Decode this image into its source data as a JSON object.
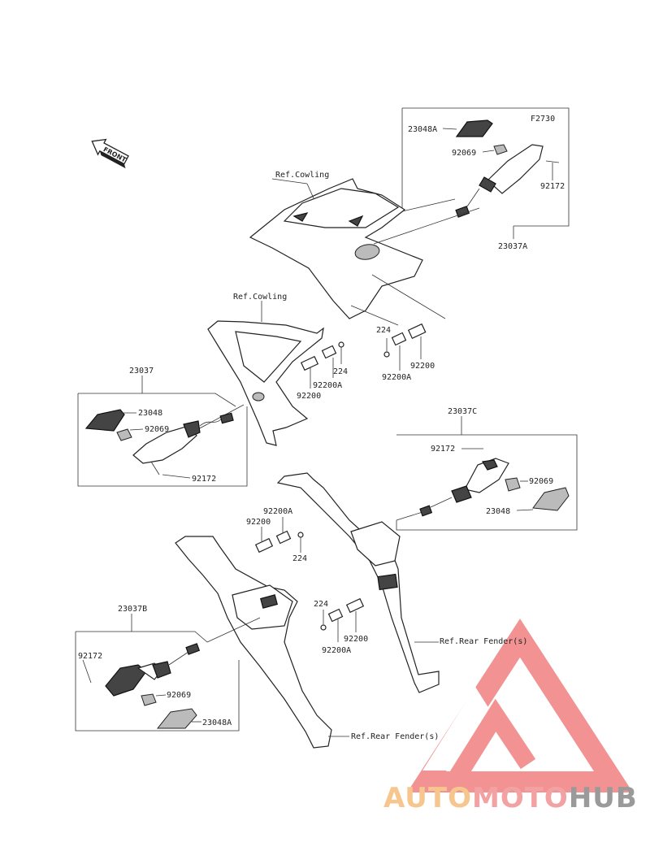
{
  "diagram_code": "F2730",
  "front_label": "FRONT",
  "ref_labels": {
    "cowling_top": "Ref.Cowling",
    "cowling_mid": "Ref.Cowling",
    "rear_fender_right": "Ref.Rear Fender(s)",
    "rear_fender_left": "Ref.Rear Fender(s)"
  },
  "groups": {
    "front_right": {
      "assembly": "23037A",
      "lens": "23048A",
      "bulb": "92069",
      "screw": "92172"
    },
    "front_left": {
      "assembly": "23037",
      "lens": "23048",
      "bulb": "92069",
      "screw": "92172"
    },
    "rear_right": {
      "assembly": "23037C",
      "lens": "23048",
      "bulb": "92069",
      "screw": "92172"
    },
    "rear_left": {
      "assembly": "23037B",
      "lens": "23048A",
      "bulb": "92069",
      "screw": "92172"
    }
  },
  "fasteners": {
    "top_right": {
      "rivet": "224",
      "plate": "92200",
      "plate_a": "92200A"
    },
    "top_left": {
      "rivet": "224",
      "plate": "92200",
      "plate_a": "92200A"
    },
    "bottom_left": {
      "rivet": "224",
      "plate": "92200",
      "plate_a": "92200A"
    },
    "bottom_right": {
      "rivet": "224",
      "plate": "92200",
      "plate_a": "92200A"
    }
  },
  "watermark": {
    "part1": "AUTO",
    "part2": "MOTO",
    "part3": "HUB"
  },
  "colors": {
    "watermark_red": "#f08080",
    "watermark_orange": "#f7c68f",
    "watermark_gray": "#9a9a9a"
  }
}
